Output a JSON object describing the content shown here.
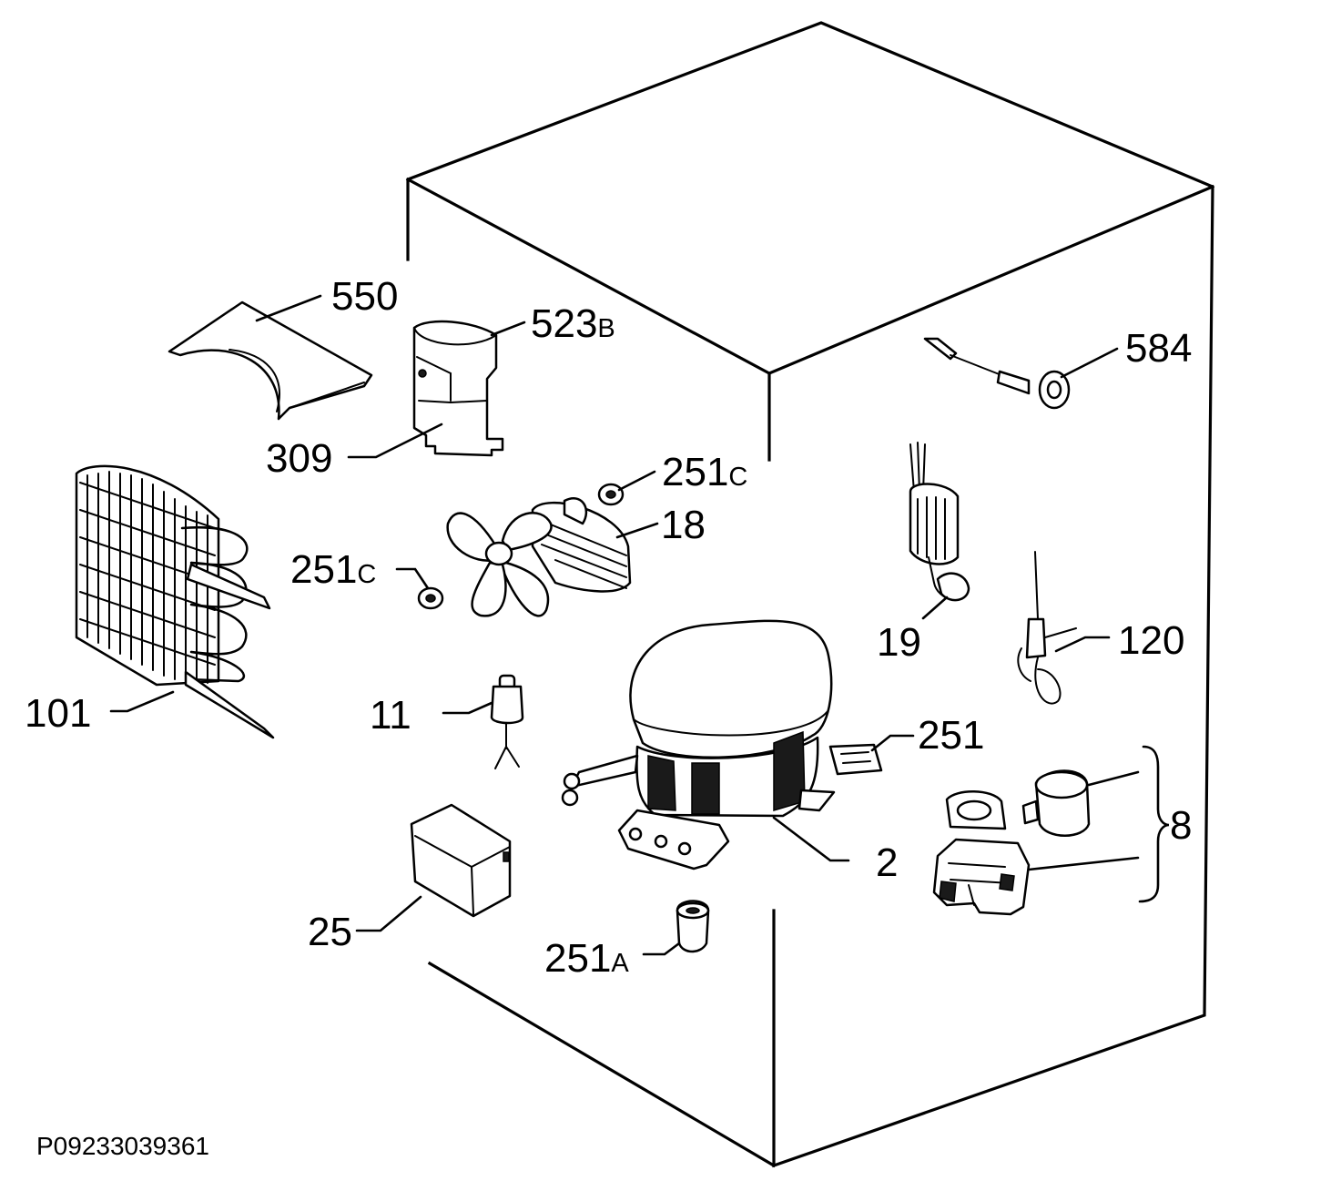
{
  "diagram_code": "P09233039361",
  "labels": {
    "l550": "550",
    "l523": "523",
    "l523_suffix": "B",
    "l584": "584",
    "l309": "309",
    "l251c_top": "251",
    "l251c_top_suffix": "C",
    "l18": "18",
    "l251c_left": "251",
    "l251c_left_suffix": "C",
    "l19": "19",
    "l120": "120",
    "l101": "101",
    "l11": "11",
    "l251": "251",
    "l8": "8",
    "l2": "2",
    "l25": "25",
    "l251a": "251",
    "l251a_suffix": "A"
  }
}
